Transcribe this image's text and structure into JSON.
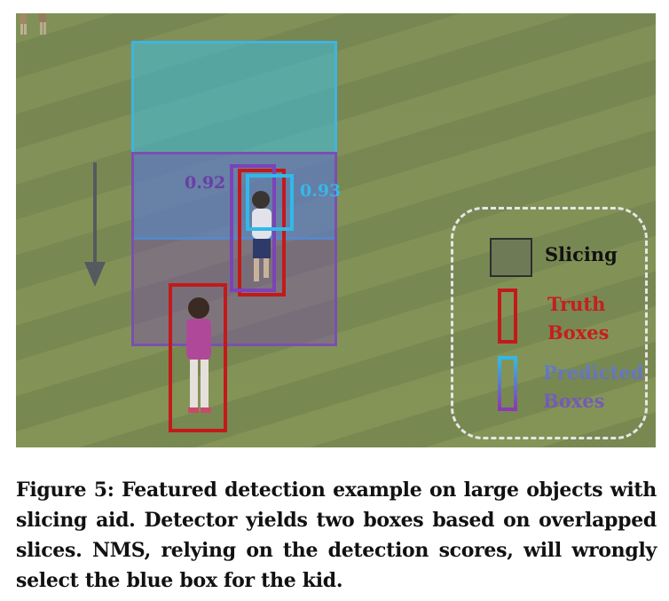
{
  "figure": {
    "scores": {
      "purple": "0.92",
      "blue": "0.93"
    },
    "legend": {
      "slicing": "Slicing",
      "truth_line1": "Truth",
      "truth_line2": "Boxes",
      "predicted_line1": "Predicted",
      "predicted_line2": "Boxes"
    },
    "colors": {
      "truth": "#c21a1a",
      "pred_blue": "#31b9ea",
      "pred_purple": "#7b43b6"
    }
  },
  "caption": "Figure 5: Featured detection example on large objects with slicing aid. Detector yields two boxes based on overlapped slices. NMS, relying on the detection scores, will wrongly select the blue box for the kid."
}
